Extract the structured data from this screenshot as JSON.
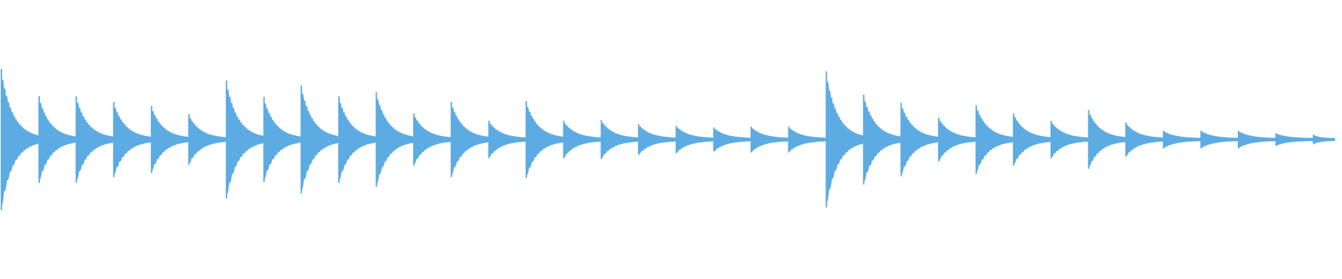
{
  "waveform": {
    "color": "#5dabe3",
    "background": "#ffffff",
    "duration_units": 1,
    "hits": [
      {
        "t": 0.0,
        "amp": 0.84
      },
      {
        "t": 0.0283,
        "amp": 0.51
      },
      {
        "t": 0.0562,
        "amp": 0.51
      },
      {
        "t": 0.0843,
        "amp": 0.44
      },
      {
        "t": 0.1126,
        "amp": 0.39
      },
      {
        "t": 0.1406,
        "amp": 0.29
      },
      {
        "t": 0.1688,
        "amp": 0.7
      },
      {
        "t": 0.1969,
        "amp": 0.5
      },
      {
        "t": 0.2249,
        "amp": 0.64
      },
      {
        "t": 0.2531,
        "amp": 0.51
      },
      {
        "t": 0.2812,
        "amp": 0.56
      },
      {
        "t": 0.3093,
        "amp": 0.3
      },
      {
        "t": 0.3374,
        "amp": 0.44
      },
      {
        "t": 0.3656,
        "amp": 0.21
      },
      {
        "t": 0.3936,
        "amp": 0.45
      },
      {
        "t": 0.4217,
        "amp": 0.21
      },
      {
        "t": 0.4499,
        "amp": 0.22
      },
      {
        "t": 0.4779,
        "amp": 0.17
      },
      {
        "t": 0.5061,
        "amp": 0.15
      },
      {
        "t": 0.5343,
        "amp": 0.13
      },
      {
        "t": 0.5623,
        "amp": 0.14
      },
      {
        "t": 0.5904,
        "amp": 0.14
      },
      {
        "t": 0.6186,
        "amp": 0.81
      },
      {
        "t": 0.6466,
        "amp": 0.53
      },
      {
        "t": 0.6747,
        "amp": 0.43
      },
      {
        "t": 0.7029,
        "amp": 0.25
      },
      {
        "t": 0.731,
        "amp": 0.4
      },
      {
        "t": 0.759,
        "amp": 0.3
      },
      {
        "t": 0.7872,
        "amp": 0.21
      },
      {
        "t": 0.8153,
        "amp": 0.34
      },
      {
        "t": 0.8433,
        "amp": 0.19
      },
      {
        "t": 0.8715,
        "amp": 0.09
      },
      {
        "t": 0.8996,
        "amp": 0.09
      },
      {
        "t": 0.9276,
        "amp": 0.09
      },
      {
        "t": 0.9558,
        "amp": 0.06
      },
      {
        "t": 0.9839,
        "amp": 0.04
      }
    ]
  }
}
